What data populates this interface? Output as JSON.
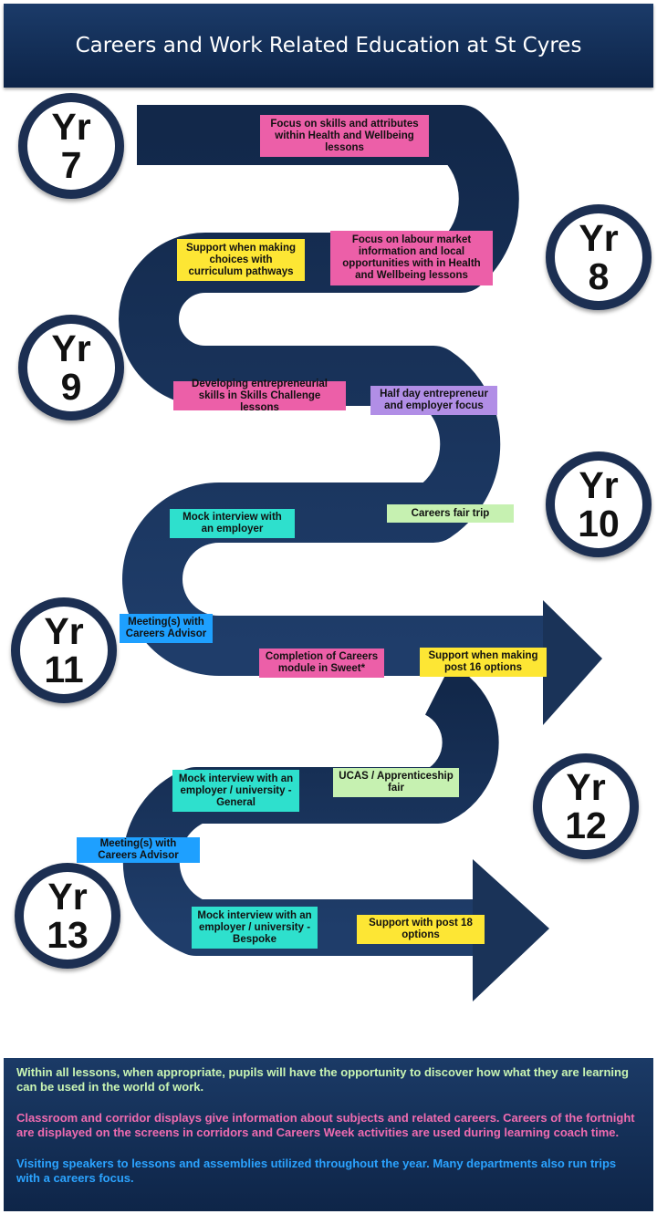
{
  "title": "Careers and Work Related Education at St Cyres",
  "years": [
    {
      "line1": "Yr",
      "line2": "7"
    },
    {
      "line1": "Yr",
      "line2": "8"
    },
    {
      "line1": "Yr",
      "line2": "9"
    },
    {
      "line1": "Yr",
      "line2": "10"
    },
    {
      "line1": "Yr",
      "line2": "11"
    },
    {
      "line1": "Yr",
      "line2": "12"
    },
    {
      "line1": "Yr",
      "line2": "13"
    }
  ],
  "activities": [
    {
      "text": "Focus on skills and attributes within Health and Wellbeing lessons",
      "color": "#ec5fa8"
    },
    {
      "text": "Support when making choices with curriculum pathways",
      "color": "#fde634"
    },
    {
      "text": "Focus on labour market information and local opportunities with in Health and Wellbeing lessons",
      "color": "#ec5fa8"
    },
    {
      "text": "Developing entrepreneurial skills in Skills Challenge lessons",
      "color": "#ec5fa8"
    },
    {
      "text": "Half day entrepreneur and employer focus",
      "color": "#b18ee6"
    },
    {
      "text": "Mock interview with an employer",
      "color": "#2ee0cd"
    },
    {
      "text": "Careers fair trip",
      "color": "#c6f1b1"
    },
    {
      "text": "Meeting(s) with Careers Advisor",
      "color": "#1ea0ff"
    },
    {
      "text": "Completion of Careers module in Sweet*",
      "color": "#ec5fa8"
    },
    {
      "text": "Support when making post 16 options",
      "color": "#fde634"
    },
    {
      "text": "Mock interview with an employer / university - General",
      "color": "#2ee0cd"
    },
    {
      "text": "UCAS / Apprenticeship fair",
      "color": "#c6f1b1"
    },
    {
      "text": "Meeting(s) with Careers Advisor",
      "color": "#1ea0ff"
    },
    {
      "text": "Mock interview with an employer / university - Bespoke",
      "color": "#2ee0cd"
    },
    {
      "text": "Support with post 18 options",
      "color": "#fde634"
    }
  ],
  "footer": {
    "p1": "Within all lessons, when appropriate, pupils will have the opportunity to discover how what they are learning can be used in the world of work.",
    "p2": "Classroom and corridor displays give information about subjects and related careers. Careers of the fortnight are displayed on the screens in corridors and Careers Week activities are used during learning coach time.",
    "p3": "Visiting speakers to lessons and assemblies utilized throughout the year. Many departments also run trips with a careers focus."
  },
  "colors": {
    "road": "#1a3358",
    "header": "#142f58",
    "footer_green": "#c9f5b3",
    "footer_pink": "#f06bb0",
    "footer_blue": "#2ba3ff"
  }
}
